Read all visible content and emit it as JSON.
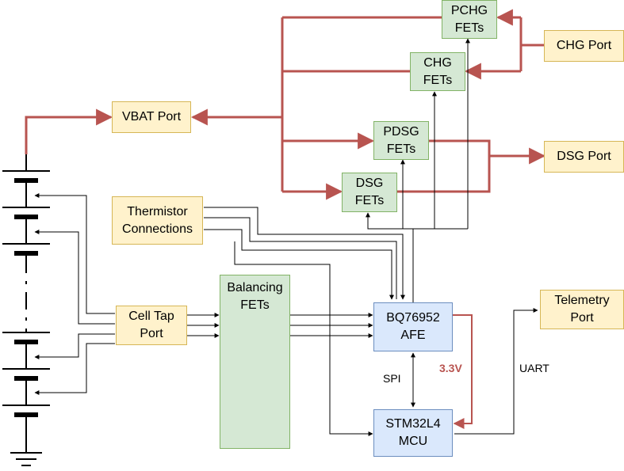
{
  "boxes": {
    "pchg": "PCHG\nFETs",
    "chg": "CHG\nFETs",
    "pdsg": "PDSG\nFETs",
    "dsg": "DSG\nFETs",
    "chg_port": "CHG Port",
    "dsg_port": "DSG Port",
    "vbat_port": "VBAT Port",
    "thermistor": "Thermistor\nConnections",
    "cell_tap": "Cell Tap\nPort",
    "balancing": "Balancing\nFETs",
    "afe": "BQ76952\nAFE",
    "mcu": "STM32L4\nMCU",
    "telemetry": "Telemetry\nPort"
  },
  "labels": {
    "spi": "SPI",
    "uart": "UART",
    "v33": "3.3V"
  },
  "colors": {
    "power_line": "#b85450",
    "signal_line": "#000000",
    "port_fill": "#fff2cc",
    "fet_fill": "#d5e8d4",
    "chip_fill": "#dae8fc"
  }
}
